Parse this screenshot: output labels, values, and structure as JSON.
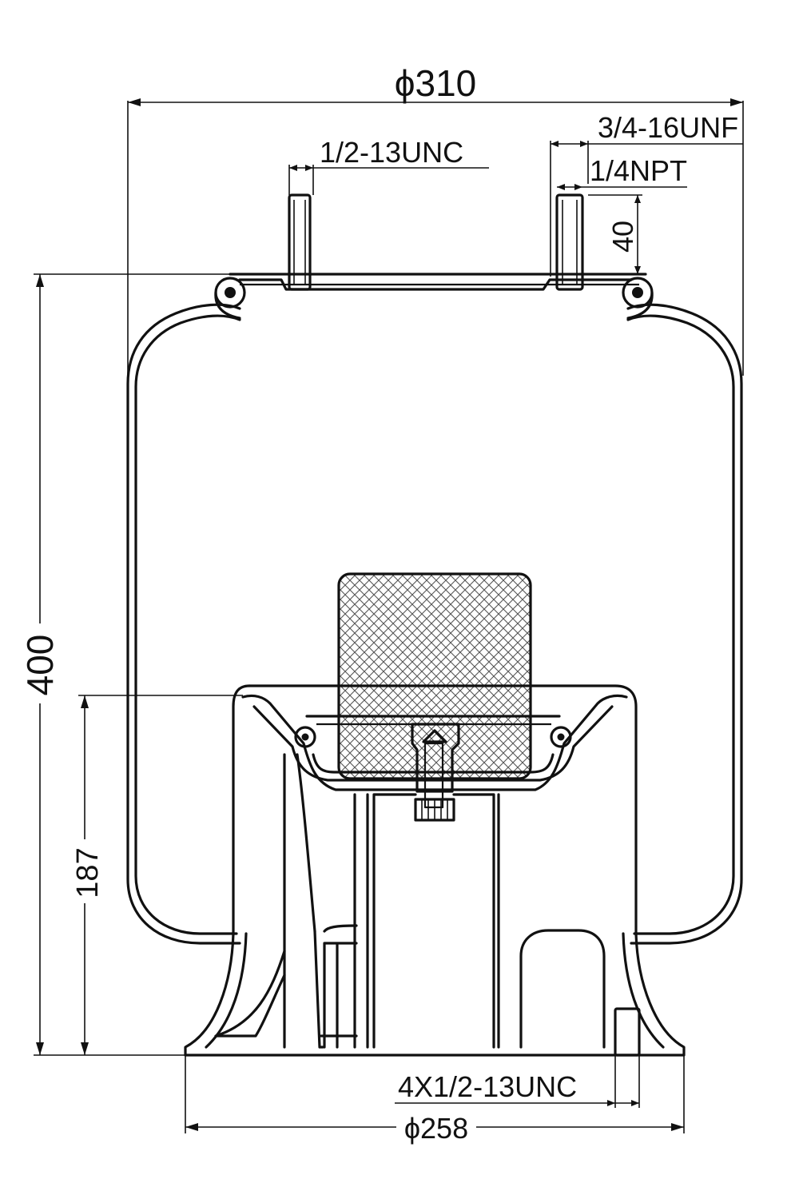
{
  "dimensions": {
    "top_diameter": "ϕ310",
    "top_stud_thread": "1/2-13UNC",
    "top_nut_thread": "3/4-16UNF",
    "air_port": "1/4NPT",
    "stud_length": "40",
    "overall_height": "400",
    "piston_height": "187",
    "base_bolts": "4X1/2-13UNC",
    "base_diameter": "ϕ258"
  },
  "colors": {
    "line": "#111111",
    "background": "#ffffff"
  }
}
